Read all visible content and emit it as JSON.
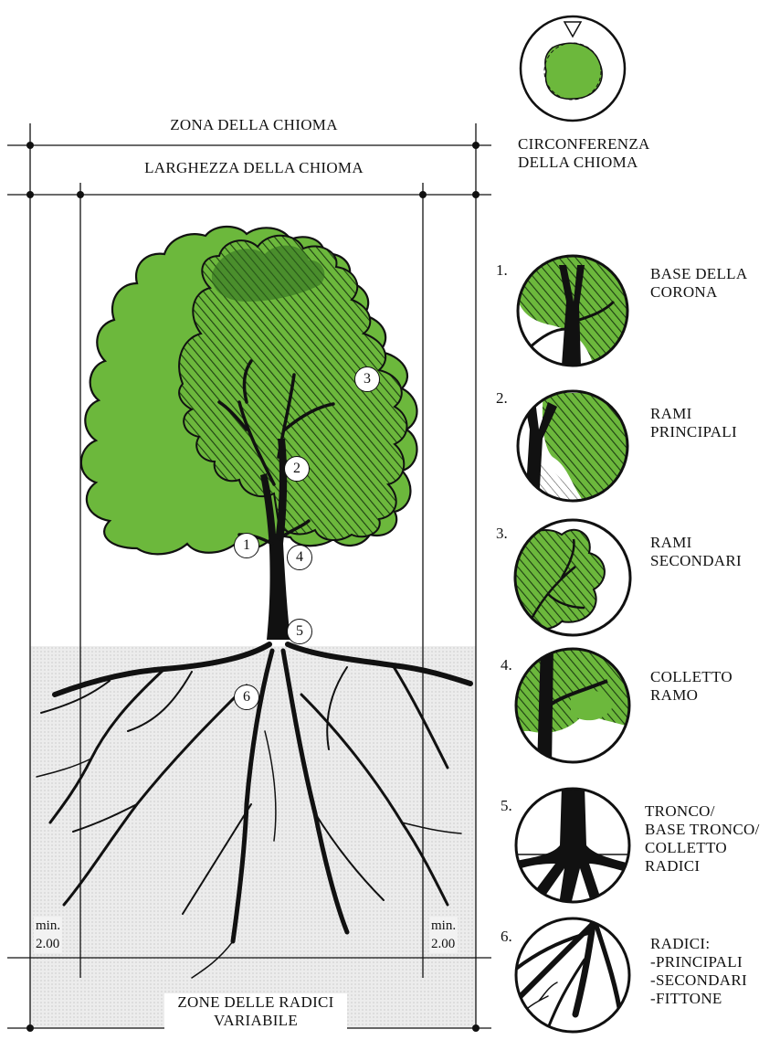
{
  "labels": {
    "zona_chioma": "ZONA DELLA CHIOMA",
    "larghezza_chioma": "LARGHEZZA DELLA CHIOMA",
    "circonferenza": [
      "CIRCONFERENZA",
      "DELLA CHIOMA"
    ],
    "zone_radici": [
      "ZONE DELLE RADICI",
      "VARIABILE"
    ],
    "min_left": [
      "min.",
      "2.00"
    ],
    "min_right": [
      "min.",
      "2.00"
    ]
  },
  "tree_markers": [
    "1",
    "2",
    "3",
    "4",
    "5",
    "6"
  ],
  "legend": [
    {
      "num": "1.",
      "lines": [
        "BASE DELLA",
        "CORONA"
      ]
    },
    {
      "num": "2.",
      "lines": [
        "RAMI",
        "PRINCIPALI"
      ]
    },
    {
      "num": "3.",
      "lines": [
        "RAMI",
        "SECONDARI"
      ]
    },
    {
      "num": "4.",
      "lines": [
        "COLLETTO",
        "RAMO"
      ]
    },
    {
      "num": "5.",
      "lines": [
        "TRONCO/",
        "BASE TRONCO/",
        "COLLETTO",
        "RADICI"
      ]
    },
    {
      "num": "6.",
      "lines": [
        "RADICI:",
        "-PRINCIPALI",
        "-SECONDARI",
        "-FITTONE"
      ]
    }
  ],
  "colors": {
    "foliage": "#6cb83c",
    "foliage_dark": "#2f6b1f",
    "soil": "#e6e6e6",
    "ink": "#111111"
  }
}
